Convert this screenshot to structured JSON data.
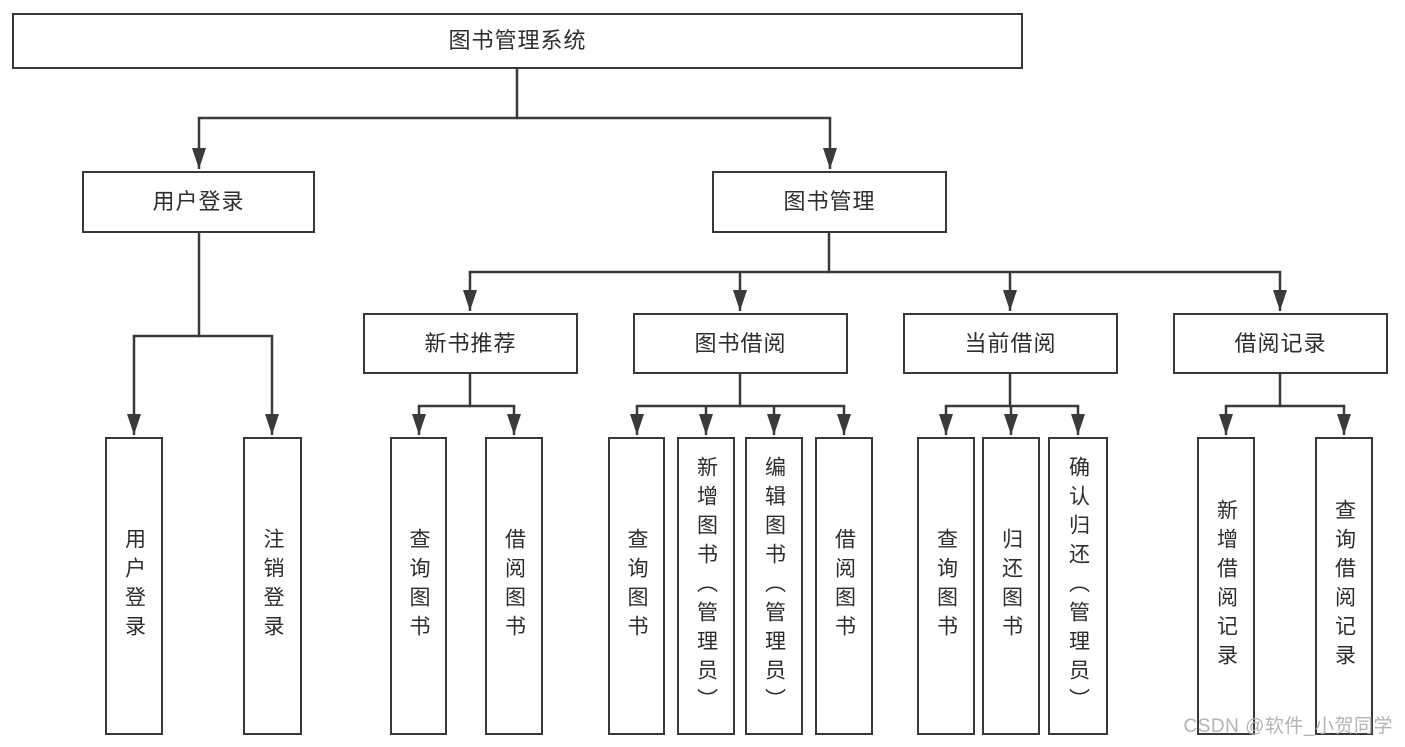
{
  "root": {
    "label": "图书管理系统"
  },
  "branches": [
    {
      "label": "用户登录",
      "children": [
        {
          "label": "用户登录"
        },
        {
          "label": "注销登录"
        }
      ]
    },
    {
      "label": "图书管理",
      "children": [
        {
          "label": "新书推荐",
          "children": [
            {
              "label": "查询图书"
            },
            {
              "label": "借阅图书"
            }
          ]
        },
        {
          "label": "图书借阅",
          "children": [
            {
              "label": "查询图书"
            },
            {
              "label": "新增图书（管理员）"
            },
            {
              "label": "编辑图书（管理员）"
            },
            {
              "label": "借阅图书"
            }
          ]
        },
        {
          "label": "当前借阅",
          "children": [
            {
              "label": "查询图书"
            },
            {
              "label": "归还图书"
            },
            {
              "label": "确认归还（管理员）"
            }
          ]
        },
        {
          "label": "借阅记录",
          "children": [
            {
              "label": "新增借阅记录"
            },
            {
              "label": "查询借阅记录"
            }
          ]
        }
      ]
    }
  ],
  "watermark": "CSDN @软件_小贺同学",
  "colors": {
    "line": "#3a3a3a",
    "text": "#2d2d2d",
    "background": "#ffffff",
    "watermark": "#b3b3b3"
  }
}
